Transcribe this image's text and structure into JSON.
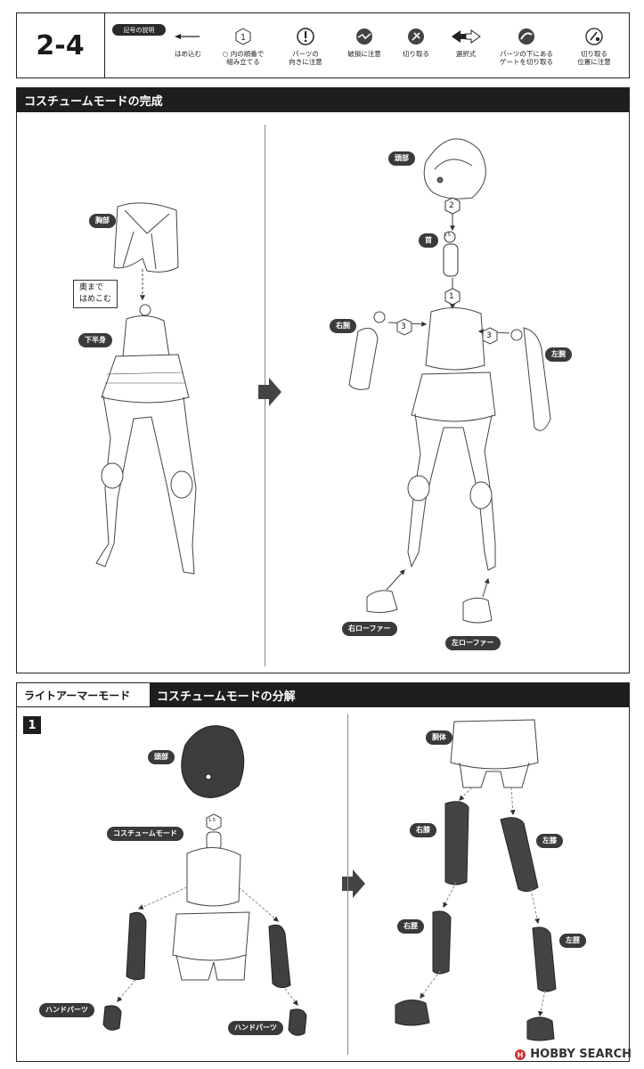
{
  "header": {
    "step": "2-4",
    "legend_tag": "記号の説明",
    "legend": [
      {
        "icon": "arrow-left-icon",
        "label": "はめ込む"
      },
      {
        "icon": "circled-number-icon",
        "label": "○ 内の順番で\n組み立てる",
        "symbol": "1"
      },
      {
        "icon": "exclamation-icon",
        "label": "パーツの\n向きに注意"
      },
      {
        "icon": "damage-warning-icon",
        "label": "破損に注意"
      },
      {
        "icon": "cut-icon",
        "label": "切り取る"
      },
      {
        "icon": "double-arrow-icon",
        "label": "選択式"
      },
      {
        "icon": "gate-cut-icon",
        "label": "パーツの下にある\nゲートを切り取る"
      },
      {
        "icon": "position-icon",
        "label": "切り取る\n位置に注意"
      }
    ]
  },
  "section1": {
    "title": "コスチュームモードの完成",
    "left": {
      "chest_label": "胸部",
      "note_line1": "奥まで",
      "note_line2": "はめこむ",
      "lower_label": "下半身"
    },
    "right": {
      "head_label": "頭部",
      "neck_label": "首",
      "right_arm_label": "右腕",
      "left_arm_label": "左腕",
      "right_loafer_label": "右ローファー",
      "left_loafer_label": "左ローファー",
      "step1": "1",
      "step2": "2",
      "step3": "3",
      "size_mark": "1.5"
    }
  },
  "section2": {
    "tab_left": "ライトアーマーモード",
    "tab_right": "コスチュームモードの分解",
    "box_number": "1",
    "left": {
      "head_label": "頭部",
      "costume_label": "コスチュームモード",
      "hand_label_left": "ハンドパーツ",
      "hand_label_right": "ハンドパーツ",
      "size_mark": "1.5"
    },
    "right": {
      "body_label": "胴体",
      "right_knee_label": "右膝",
      "left_knee_label": "左膝",
      "right_shin_label": "右脛",
      "left_shin_label": "左脛"
    }
  },
  "watermark": {
    "text": "HOBBY SEARCH"
  }
}
